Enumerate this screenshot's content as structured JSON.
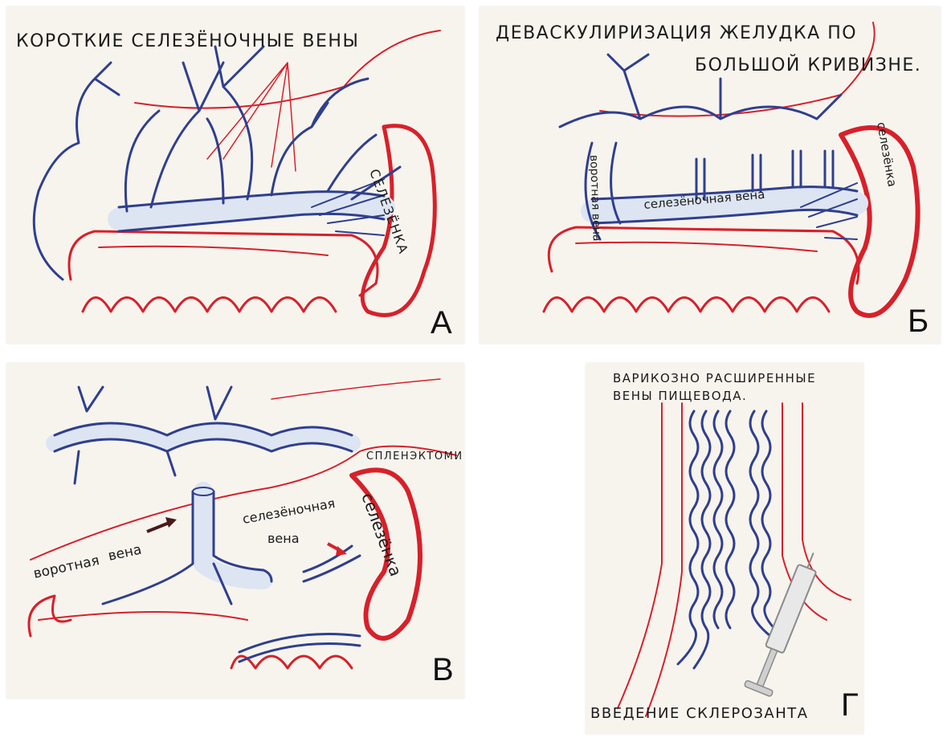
{
  "panels": [
    {
      "letter": "А",
      "title": "КОРОТКИЕ СЕЛЕЗЁНОЧНЫЕ ВЕНЫ",
      "labels": {
        "spleen": "СЕЛЕЗЁНКА"
      }
    },
    {
      "letter": "Б",
      "title_line1": "ДЕВАСКУЛИРИЗАЦИЯ ЖЕЛУДКА ПО",
      "title_line2": "БОЛЬШОЙ КРИВИЗНЕ.",
      "labels": {
        "portal_vein": "воротная вена",
        "splenic_vein": "селезёночная вена",
        "spleen": "селезёнка"
      }
    },
    {
      "letter": "В",
      "labels": {
        "splenectomy": "СПЛЕНЭКТОМИ",
        "spleen": "селезёнка",
        "portal_vein_1": "воротная",
        "portal_vein_2": "вена",
        "splenic_vein_1": "селезёночная",
        "splenic_vein_2": "вена"
      }
    },
    {
      "letter": "Г",
      "title_line1": "ВАРИКОЗНО РАСШИРЕННЫЕ",
      "title_line2": "ВЕНЫ ПИЩЕВОДА.",
      "caption": "ВВЕДЕНИЕ СКЛЕРОЗАНТА"
    }
  ],
  "colors": {
    "vein_outline": "#2f3f8f",
    "vein_fill": "#dde5f2",
    "red_ink": "#d8202a",
    "paper": "#f7f4ee"
  }
}
